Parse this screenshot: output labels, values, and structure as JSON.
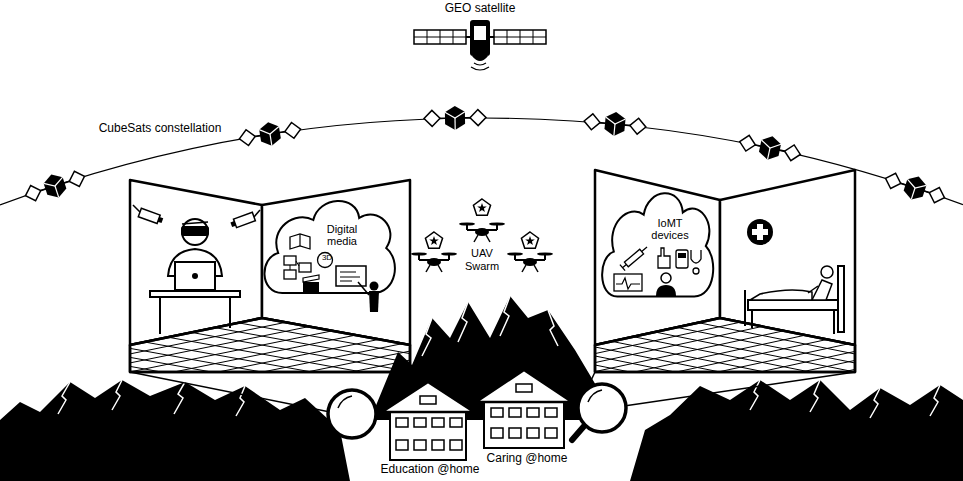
{
  "diagram": {
    "nodes": [
      {
        "text": [
          "Digital media",
          "3D"
        ]
      },
      {
        "text": [
          "IoMT devices"
        ]
      }
    ],
    "labels": [
      "GEO satellite",
      "CubeSats constellation",
      "UAV Swarm",
      "Education @home",
      "Caring @home"
    ]
  }
}
